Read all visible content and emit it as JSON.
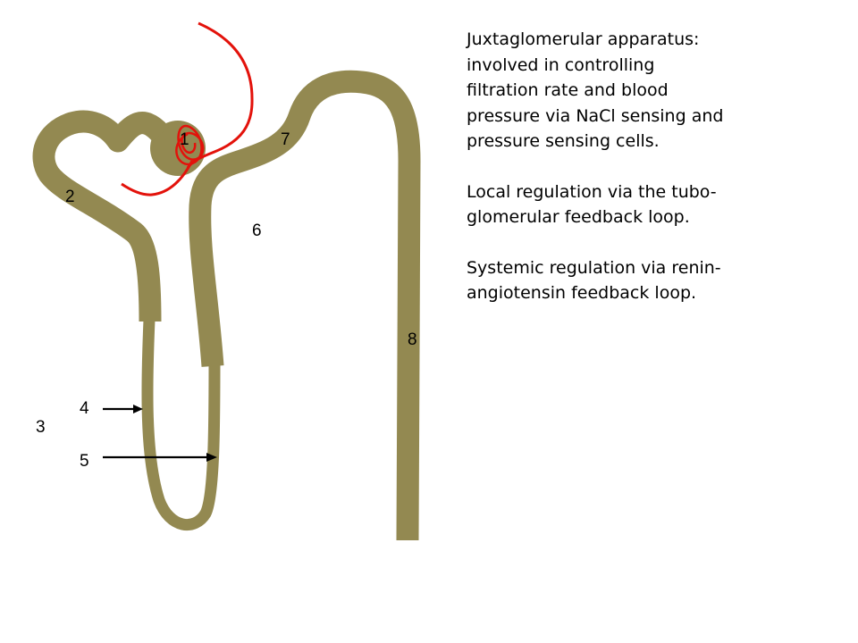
{
  "colors": {
    "tubule": "#938951",
    "vessel": "#e3120b",
    "arrow": "#000000",
    "text": "#000000"
  },
  "labels": {
    "l1": "1",
    "l2": "2",
    "l3": "3",
    "l4": "4",
    "l5": "5",
    "l6": "6",
    "l7": "7",
    "l8": "8"
  },
  "notes": {
    "line1": "Juxtaglomerular apparatus:",
    "line2": "involved in controlling",
    "line3": "filtration rate and blood",
    "line4": "pressure via NaCl sensing and",
    "line5": "pressure sensing cells.",
    "para2_line1": "Local regulation via the tubo-",
    "para2_line2": "glomerular feedback loop.",
    "para3_line1": "Systemic regulation via renin-",
    "para3_line2": "angiotensin feedback loop."
  }
}
